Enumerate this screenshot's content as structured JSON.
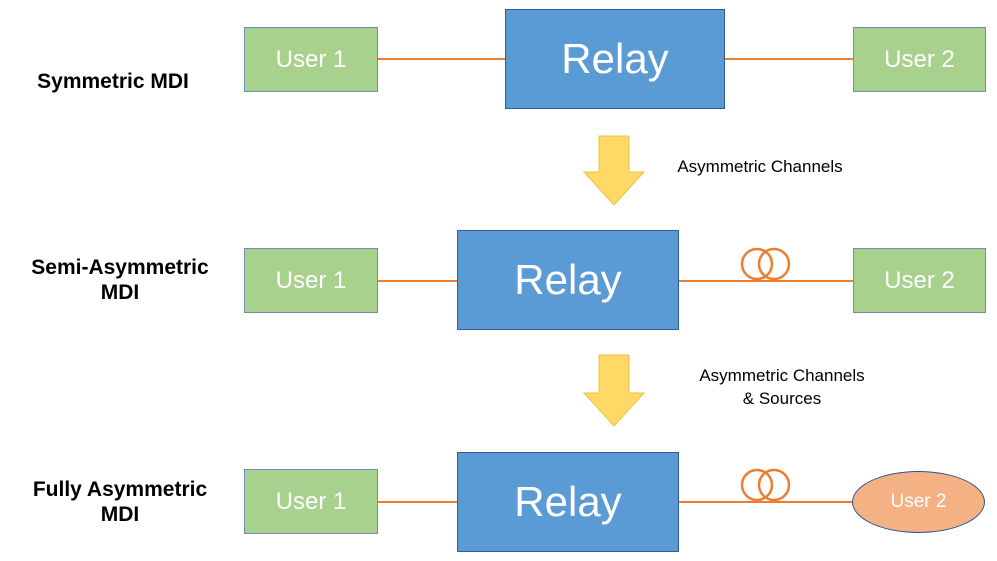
{
  "diagram": {
    "rows": [
      {
        "label": "Symmetric MDI",
        "left_node": "User 1",
        "center_node": "Relay",
        "right_node": "User 2"
      },
      {
        "label": "Semi-Asymmetric MDI",
        "label_line1": "Semi-Asymmetric",
        "label_line2": "MDI",
        "left_node": "User 1",
        "center_node": "Relay",
        "right_node": "User 2"
      },
      {
        "label": "Fully Asymmetric MDI",
        "label_line1": "Fully Asymmetric",
        "label_line2": "MDI",
        "left_node": "User 1",
        "center_node": "Relay",
        "right_node": "User 2"
      }
    ],
    "transitions": [
      {
        "label": "Asymmetric Channels"
      },
      {
        "label_line1": "Asymmetric Channels",
        "label_line2": "& Sources"
      }
    ],
    "colors": {
      "user_box": "#a9d18e",
      "user_oval": "#f4b183",
      "relay": "#5b9bd5",
      "link": "#ed7d31",
      "arrow": "#ffd966"
    },
    "icons": {
      "fiber_spool": "fiber-spool-icon",
      "down_arrow": "down-arrow-icon"
    }
  }
}
